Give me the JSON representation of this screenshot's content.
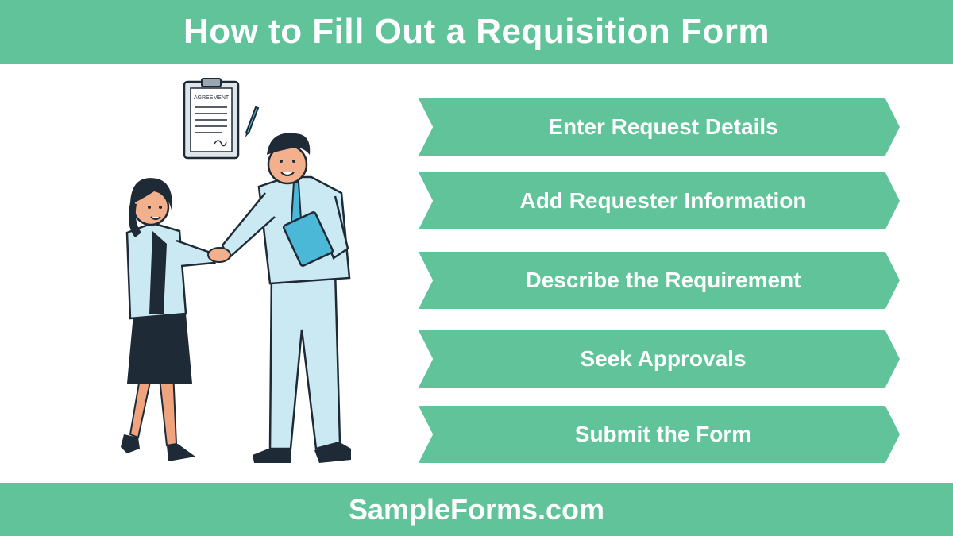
{
  "header": {
    "title": "How to Fill Out a Requisition Form"
  },
  "illustration": {
    "document_label": "AGREEMENT"
  },
  "steps": [
    {
      "label": "Enter Request Details"
    },
    {
      "label": "Add Requester Information"
    },
    {
      "label": "Describe the Requirement"
    },
    {
      "label": "Seek Approvals"
    },
    {
      "label": "Submit the Form"
    }
  ],
  "footer": {
    "text": "SampleForms.com"
  },
  "colors": {
    "accent": "#61c39a",
    "text_on_accent": "#ffffff",
    "background": "#ffffff"
  }
}
